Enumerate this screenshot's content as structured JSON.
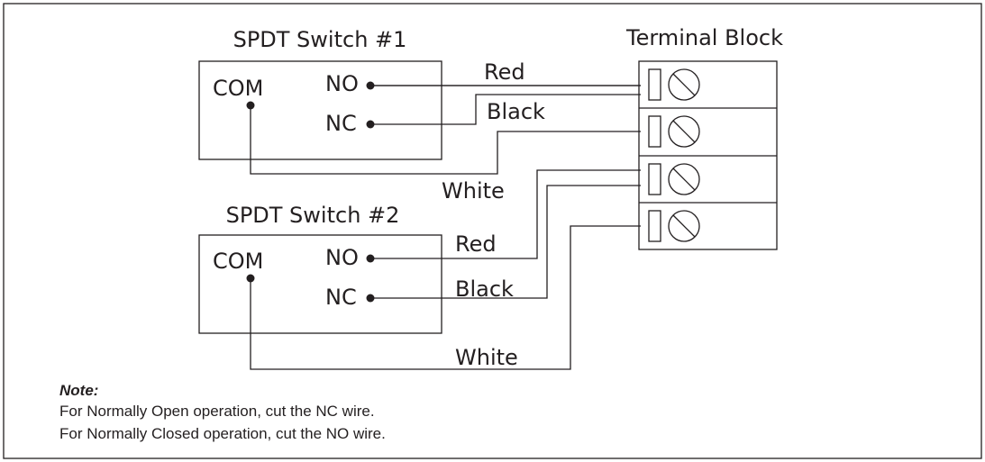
{
  "switch1": {
    "title": "SPDT Switch #1",
    "com": "COM",
    "no": "NO",
    "nc": "NC"
  },
  "switch2": {
    "title": "SPDT Switch #2",
    "com": "COM",
    "no": "NO",
    "nc": "NC"
  },
  "terminal_block": {
    "title": "Terminal Block",
    "terminal_count": 4
  },
  "wires": {
    "s1_red": "Red",
    "s1_black": "Black",
    "s1_white": "White",
    "s2_red": "Red",
    "s2_black": "Black",
    "s2_white": "White"
  },
  "note": {
    "title": "Note:",
    "line1": "For Normally Open operation, cut the NC wire.",
    "line2": "For Normally Closed operation, cut the NO wire."
  },
  "colors": {
    "ink": "#231f20",
    "background": "#ffffff"
  }
}
